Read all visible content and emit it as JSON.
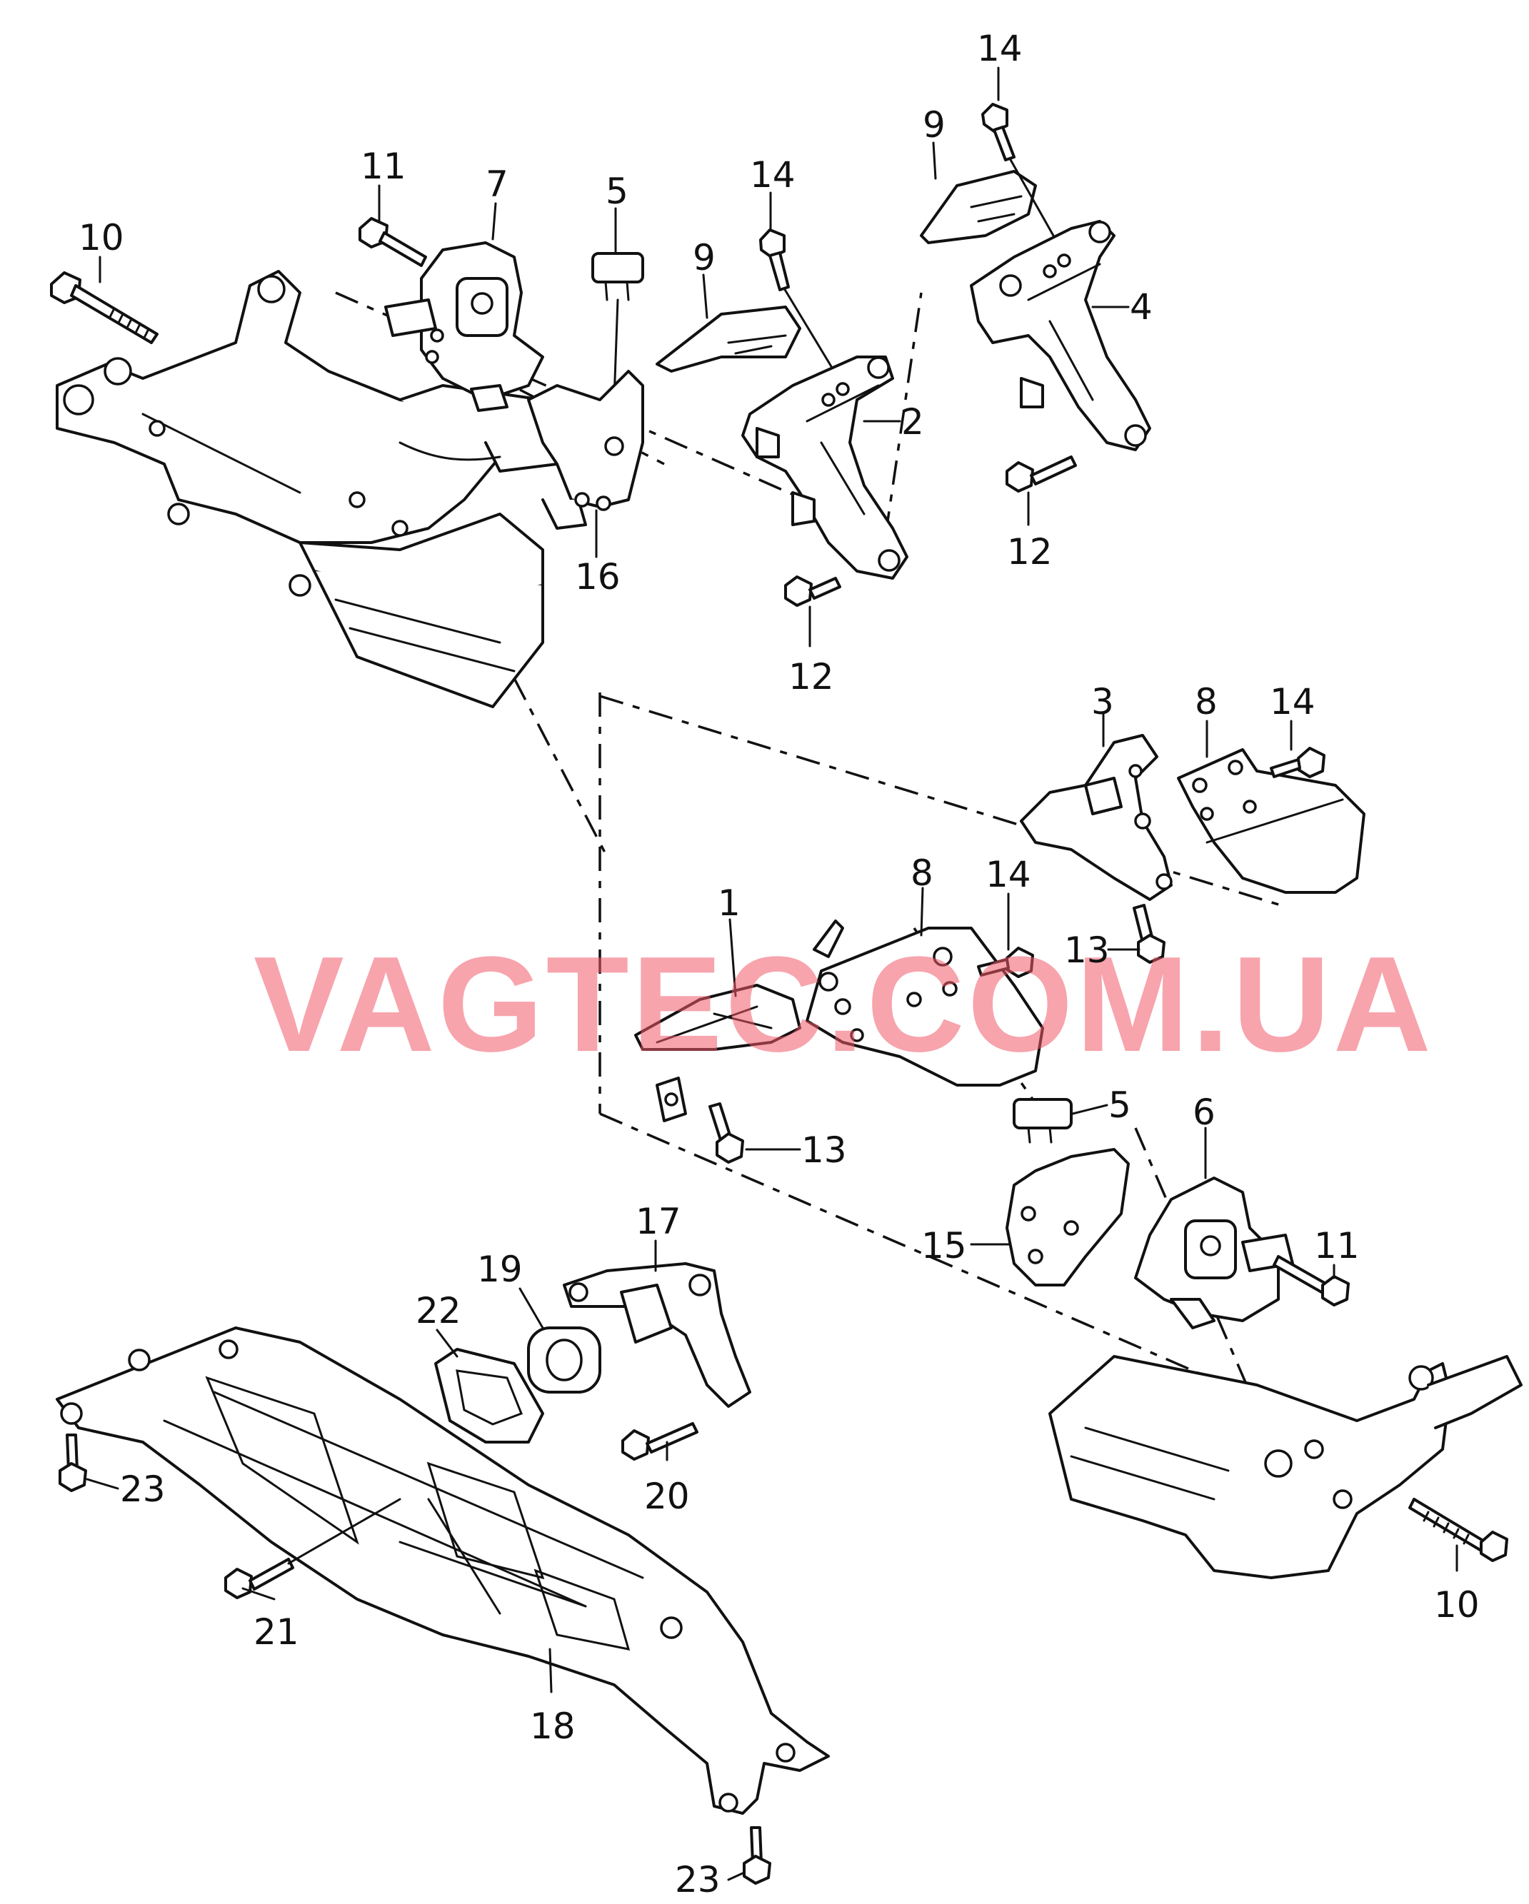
{
  "diagram": {
    "watermark": "VAGTEC.COM.UA",
    "callouts": [
      {
        "id": "c10a",
        "label": "10"
      },
      {
        "id": "c11a",
        "label": "11"
      },
      {
        "id": "c7",
        "label": "7"
      },
      {
        "id": "c5a",
        "label": "5"
      },
      {
        "id": "c9a",
        "label": "9"
      },
      {
        "id": "c14a",
        "label": "14"
      },
      {
        "id": "c9b",
        "label": "9"
      },
      {
        "id": "c14b",
        "label": "14"
      },
      {
        "id": "c4",
        "label": "4"
      },
      {
        "id": "c2",
        "label": "2"
      },
      {
        "id": "c16",
        "label": "16"
      },
      {
        "id": "c12a",
        "label": "12"
      },
      {
        "id": "c12b",
        "label": "12"
      },
      {
        "id": "c3",
        "label": "3"
      },
      {
        "id": "c8a",
        "label": "8"
      },
      {
        "id": "c14c",
        "label": "14"
      },
      {
        "id": "c1",
        "label": "1"
      },
      {
        "id": "c8b",
        "label": "8"
      },
      {
        "id": "c14d",
        "label": "14"
      },
      {
        "id": "c13a",
        "label": "13"
      },
      {
        "id": "c13b",
        "label": "13"
      },
      {
        "id": "c5b",
        "label": "5"
      },
      {
        "id": "c6",
        "label": "6"
      },
      {
        "id": "c15",
        "label": "15"
      },
      {
        "id": "c11b",
        "label": "11"
      },
      {
        "id": "c17",
        "label": "17"
      },
      {
        "id": "c19",
        "label": "19"
      },
      {
        "id": "c22",
        "label": "22"
      },
      {
        "id": "c20",
        "label": "20"
      },
      {
        "id": "c23a",
        "label": "23"
      },
      {
        "id": "c21",
        "label": "21"
      },
      {
        "id": "c18",
        "label": "18"
      },
      {
        "id": "c23b",
        "label": "23"
      },
      {
        "id": "c10b",
        "label": "10"
      }
    ]
  }
}
